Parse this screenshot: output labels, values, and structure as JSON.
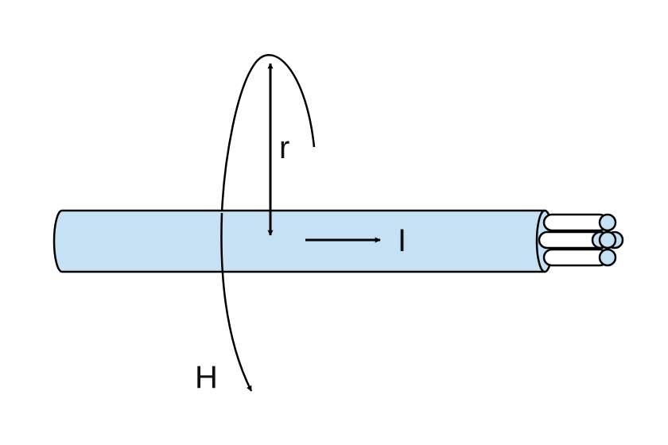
{
  "labels": {
    "radius": "r",
    "current": "I",
    "field": "H"
  },
  "colors": {
    "conductor_fill": "#c6e0f4",
    "strand_fill": "#c6e0f4",
    "stroke": "#000000",
    "background": "#ffffff"
  }
}
